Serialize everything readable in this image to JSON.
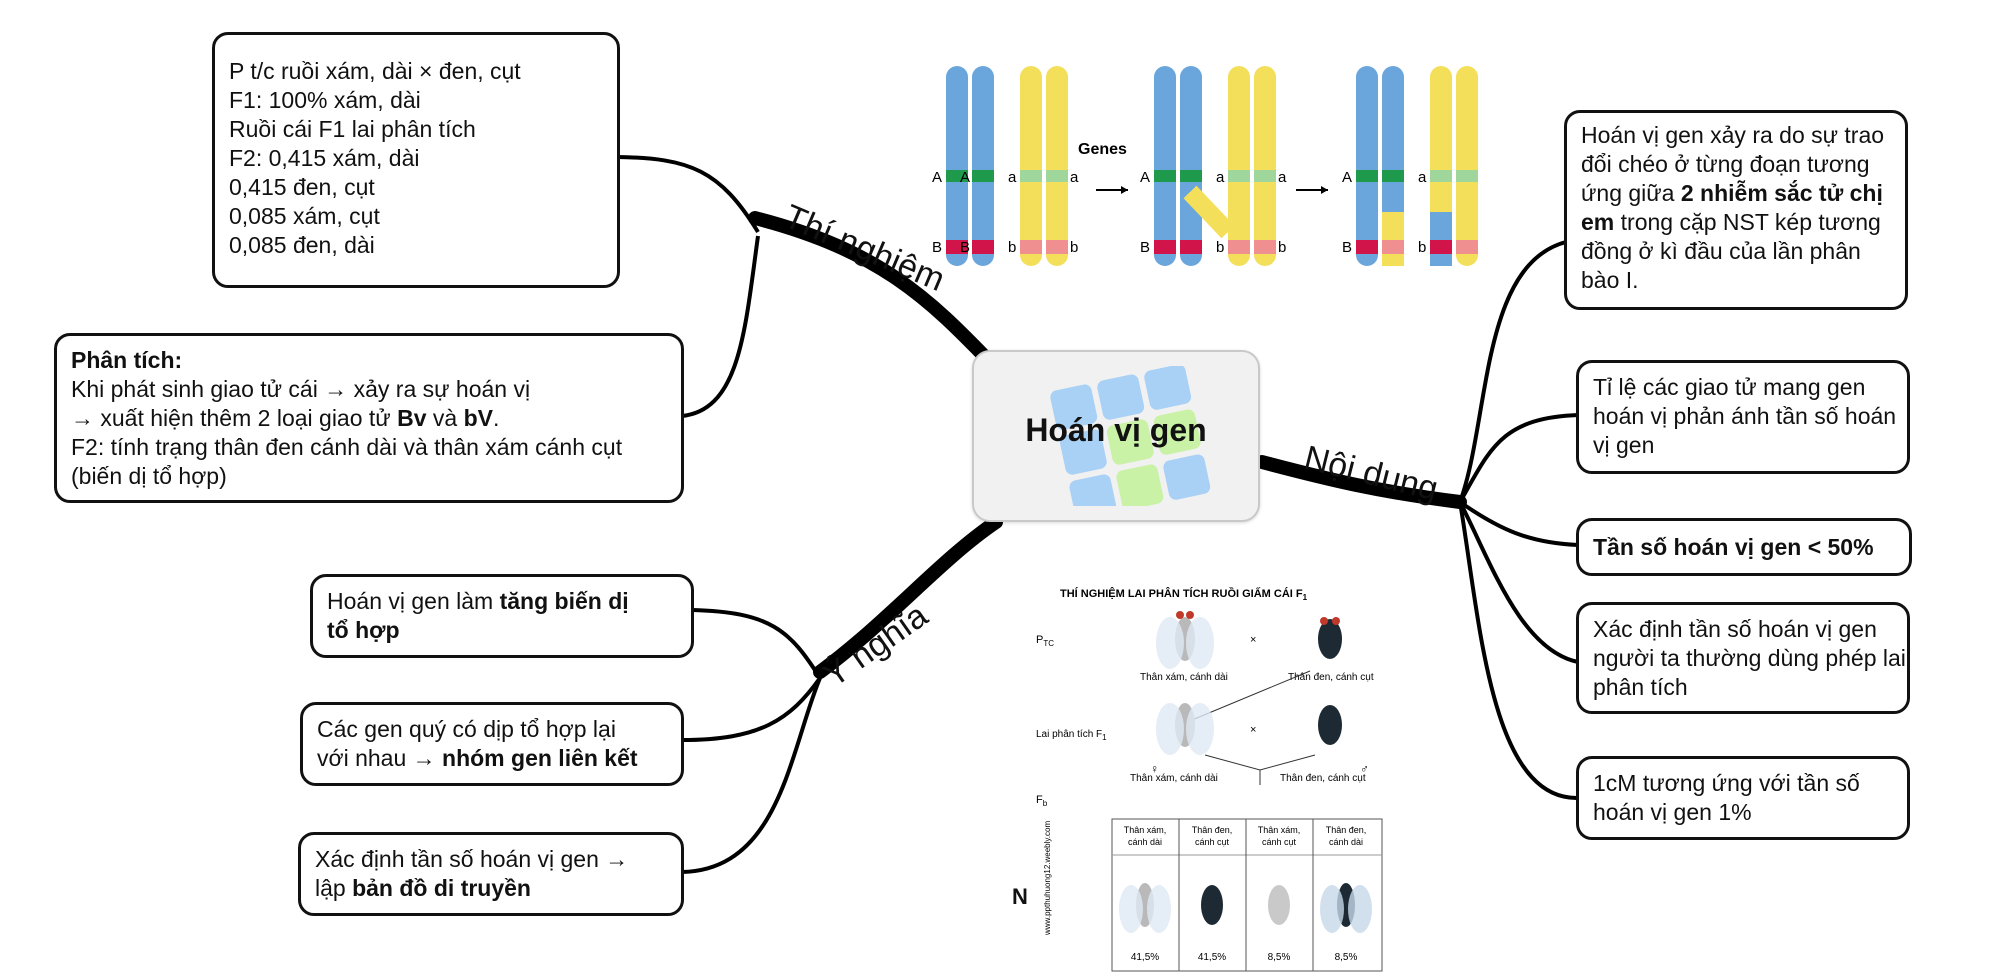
{
  "center": {
    "title": "Hoán vị gen"
  },
  "branches": {
    "experiment": "Thí nghiệm",
    "content": "Nội dung",
    "meaning": "Ý nghĩa"
  },
  "experiment_box": [
    "P t/c ruồi xám, dài × đen, cụt",
    "F1: 100% xám, dài",
    "Ruồi cái F1 lai phân tích",
    "F2: 0,415 xám, dài",
    "0,415 đen, cụt",
    "0,085 xám, cụt",
    "0,085 đen, dài"
  ],
  "analysis_box": {
    "heading": "Phân tích:",
    "l1": "Khi phát sinh giao tử cái → xảy ra sự hoán vị",
    "l2_pre": "→ xuất hiện thêm 2 loại giao tử ",
    "l2_b1": "Bv",
    "l2_mid": " và ",
    "l2_b2": "bV",
    "l2_post": ".",
    "l3": "F2: tính trạng thân đen cánh dài và thân xám cánh cụt",
    "l4": "(biến dị tổ hợp)"
  },
  "meaning_boxes": {
    "m1_pre": "Hoán vị gen làm ",
    "m1_bold_a": "tăng biến dị",
    "m1_bold_b": "tổ hợp",
    "m2_l1": "Các gen quý có dịp tổ hợp lại",
    "m2_pre": "với nhau → ",
    "m2_bold": "nhóm gen liên kết",
    "m3_l1": "Xác định tần số hoán vị gen →",
    "m3_pre": "lập ",
    "m3_bold": "bản đồ di truyền"
  },
  "content_boxes": {
    "c1_a": "Hoán vị gen xảy ra do sự trao",
    "c1_b": "đổi chéo ở từng đoạn tương",
    "c1_c_pre": "ứng giữa ",
    "c1_c_bold": "2 nhiễm sắc tử chị",
    "c1_d_bold": "em",
    "c1_d_post": " trong cặp NST kép tương",
    "c1_e": "đồng ở kì đầu của lần phân",
    "c1_f": "bào I.",
    "c2_a": "Tỉ lệ các giao tử mang gen",
    "c2_b": "hoán vị phản ánh tần số hoán",
    "c2_c": "vị gen",
    "c3": "Tần số hoán vị gen < 50%",
    "c4_a": "Xác định tần số hoán vị gen",
    "c4_b": "người ta thường dùng phép lai",
    "c4_c": "phân tích",
    "c5_a": "1cM tương ứng với tần số",
    "c5_b": "hoán vị gen 1%"
  },
  "chromosome_figure": {
    "genes_label": "Genes",
    "allele_A": "A",
    "allele_a": "a",
    "allele_B": "B",
    "allele_b": "b",
    "colors": {
      "blue": "#6aa6dc",
      "yellow": "#f3df5a",
      "green": "#1f9a4d",
      "light_green": "#9ed69c",
      "red": "#d1144a",
      "pink": "#f08f8f"
    }
  },
  "fly_figure": {
    "title": "THÍ NGHIỆM LAI PHÂN TÍCH RUỒI GIẤM CÁI F",
    "title_sub": "1",
    "p_label": "P",
    "p_sub": "TC",
    "testcross_label": "Lai phân tích F",
    "testcross_sub": "1",
    "fb_label": "F",
    "fb_sub": "b",
    "cross": "×",
    "female_symbol": "♀",
    "male_symbol": "♂",
    "grey_long": "Thân xám, cánh dài",
    "black_vestigial": "Thân đen, cánh cụt",
    "watermark": "www.ppthuhuong12.weebly.com",
    "table_headers": [
      [
        "Thân xám,",
        "cánh dài"
      ],
      [
        "Thân đen,",
        "cánh cụt"
      ],
      [
        "Thân xám,",
        "cánh cụt"
      ],
      [
        "Thân đen,",
        "cánh dài"
      ]
    ],
    "table_values": [
      "41,5%",
      "41,5%",
      "8,5%",
      "8,5%"
    ],
    "stray_mark": "N"
  }
}
